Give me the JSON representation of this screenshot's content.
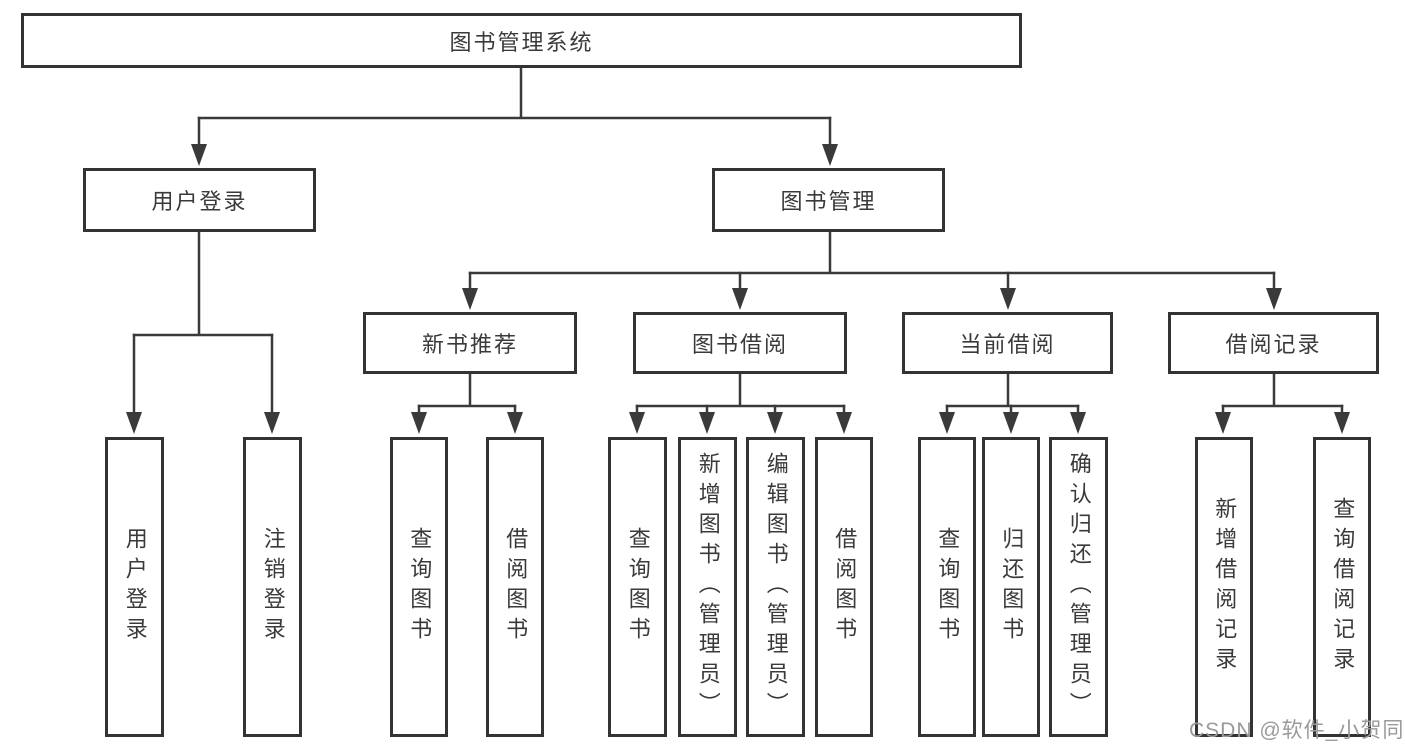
{
  "diagram": {
    "root": {
      "label": "图书管理系统"
    },
    "level2": [
      {
        "id": "user-login",
        "label": "用户登录"
      },
      {
        "id": "book-management",
        "label": "图书管理"
      }
    ],
    "level3": [
      {
        "id": "new-book-recommend",
        "label": "新书推荐"
      },
      {
        "id": "book-borrowing",
        "label": "图书借阅"
      },
      {
        "id": "current-borrowing",
        "label": "当前借阅"
      },
      {
        "id": "borrowing-records",
        "label": "借阅记录"
      }
    ],
    "leaves": {
      "user_login": [
        "用户登录",
        "注销登录"
      ],
      "new_book_recommend": [
        "查询图书",
        "借阅图书"
      ],
      "book_borrowing": [
        "查询图书",
        "新增图书（管理员）",
        "编辑图书（管理员）",
        "借阅图书"
      ],
      "current_borrowing": [
        "查询图书",
        "归还图书",
        "确认归还（管理员）"
      ],
      "borrowing_records": [
        "新增借阅记录",
        "查询借阅记录"
      ]
    }
  },
  "watermark": {
    "text": "CSDN @软件_小贺同学"
  },
  "colors": {
    "line": "#3a3a3a",
    "text": "#3a3a3a",
    "border": "#333333",
    "background": "#ffffff",
    "watermark": "#9a9a9a"
  }
}
